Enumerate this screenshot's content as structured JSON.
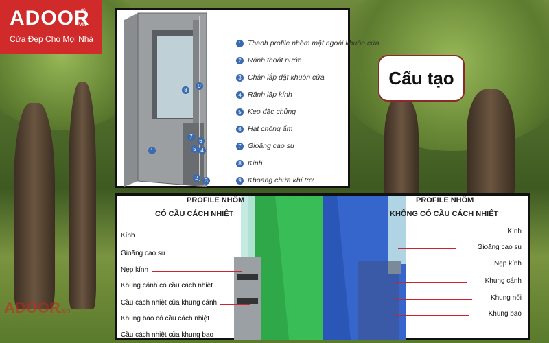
{
  "logo": {
    "mark": "ADOOR",
    "reg": "®",
    "domain": ".vn",
    "tagline": "Cửa Đẹp Cho Mọi Nhà"
  },
  "watermark": {
    "mark": "ADOOR",
    "domain": ".vn"
  },
  "title": "Cấu tạo",
  "diagram_top": {
    "callouts": [
      "1",
      "2",
      "3",
      "4",
      "5",
      "6",
      "7",
      "8",
      "9"
    ],
    "legend": [
      {
        "n": "1",
        "text": "Thanh profile nhôm mặt ngoài khuôn cửa"
      },
      {
        "n": "2",
        "text": "Rãnh thoát nước"
      },
      {
        "n": "3",
        "text": "Chân lắp đặt khuôn cửa"
      },
      {
        "n": "4",
        "text": "Rãnh lắp kính"
      },
      {
        "n": "5",
        "text": "Keo đặc chủng"
      },
      {
        "n": "6",
        "text": "Hạt chống ẩm"
      },
      {
        "n": "7",
        "text": "Gioăng cao su"
      },
      {
        "n": "8",
        "text": "Kính"
      },
      {
        "n": "9",
        "text": "Khoang chứa khí trơ"
      }
    ]
  },
  "diagram_bottom": {
    "left_heading_1": "PROFILE NHÔM",
    "left_heading_2": "CÓ CẦU CÁCH NHIỆT",
    "right_heading_1": "PROFILE NHÔM",
    "right_heading_2": "KHÔNG CÓ CẦU CÁCH NHIỆT",
    "left_labels": [
      "Kính",
      "Gioăng cao su",
      "Nẹp kính",
      "Khung cánh có cầu cách nhiệt",
      "Cầu cách nhiệt của khung cánh",
      "Khung bao có cầu cách nhiệt",
      "Cầu cách nhiệt của khung bao"
    ],
    "right_labels": [
      "Kính",
      "Gioăng cao su",
      "Nẹp kính",
      "Khung cánh",
      "Khung nối",
      "Khung bao"
    ]
  },
  "colors": {
    "brand": "#d02a2a",
    "green_profile": "#2fa84a",
    "blue_profile": "#2a56b8",
    "leader": "#cc2233"
  }
}
